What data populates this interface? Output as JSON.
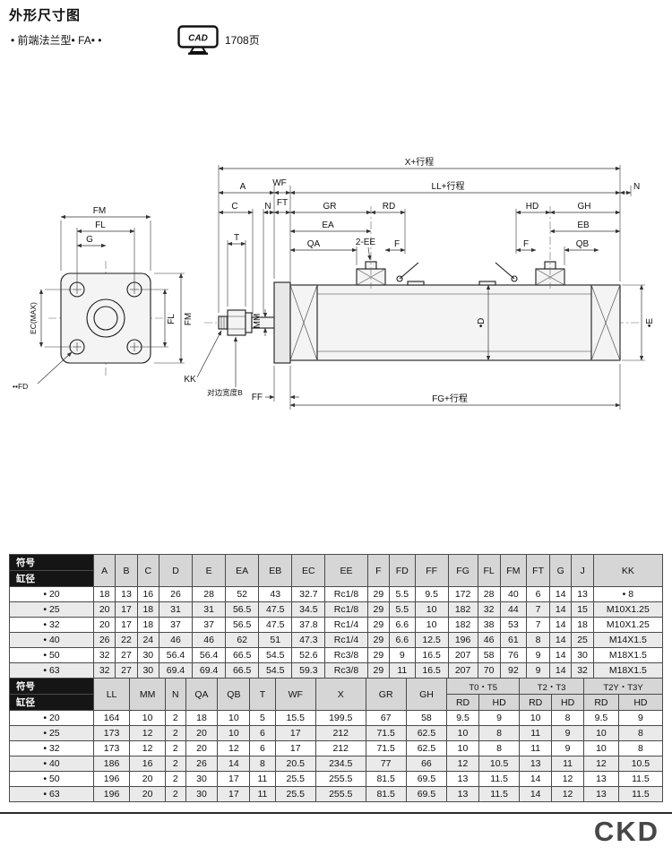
{
  "page": {
    "title": "外形尺寸图",
    "subtitle": "• 前端法兰型•  FA• •",
    "cad_label": "CAD",
    "cad_page": "1708页",
    "logo": "CKD"
  },
  "drawing": {
    "labels": {
      "fm_top": "FM",
      "fl_top": "FL",
      "g": "G",
      "ec_max": "EC(MAX)",
      "fl_side": "FL",
      "fm_side": "FM",
      "fd": "••FD",
      "x_total": "X+行程",
      "a": "A",
      "wf": "WF",
      "ll": "LL+行程",
      "n_end": "N",
      "c": "C",
      "n_mid": "N",
      "ft": "FT",
      "gr": "GR",
      "rd": "RD",
      "hd": "HD",
      "gh": "GH",
      "ea": "EA",
      "eb": "EB",
      "qa": "QA",
      "ee2": "2-EE",
      "f_left": "F",
      "f_right": "F",
      "qb": "QB",
      "t": "T",
      "mm": "MM",
      "dia_d": "•D",
      "e_side": "•E",
      "kk": "KK",
      "flats_b": "对边宽度B",
      "ff": "FF",
      "fg": "FG+行程"
    }
  },
  "table1": {
    "corner": [
      "符号",
      "缸径"
    ],
    "columns": [
      "A",
      "B",
      "C",
      "D",
      "E",
      "EA",
      "EB",
      "EC",
      "EE",
      "F",
      "FD",
      "FF",
      "FG",
      "FL",
      "FM",
      "FT",
      "G",
      "J",
      "KK"
    ],
    "rows": [
      {
        "bore": "• 20",
        "values": [
          "18",
          "13",
          "16",
          "26",
          "28",
          "52",
          "43",
          "32.7",
          "Rc1/8",
          "29",
          "5.5",
          "9.5",
          "172",
          "28",
          "40",
          "6",
          "14",
          "13",
          "• 8"
        ]
      },
      {
        "bore": "• 25",
        "values": [
          "20",
          "17",
          "18",
          "31",
          "31",
          "56.5",
          "47.5",
          "34.5",
          "Rc1/8",
          "29",
          "5.5",
          "10",
          "182",
          "32",
          "44",
          "7",
          "14",
          "15",
          "M10X1.25"
        ]
      },
      {
        "bore": "• 32",
        "values": [
          "20",
          "17",
          "18",
          "37",
          "37",
          "56.5",
          "47.5",
          "37.8",
          "Rc1/4",
          "29",
          "6.6",
          "10",
          "182",
          "38",
          "53",
          "7",
          "14",
          "18",
          "M10X1.25"
        ]
      },
      {
        "bore": "• 40",
        "values": [
          "26",
          "22",
          "24",
          "46",
          "46",
          "62",
          "51",
          "47.3",
          "Rc1/4",
          "29",
          "6.6",
          "12.5",
          "196",
          "46",
          "61",
          "8",
          "14",
          "25",
          "M14X1.5"
        ]
      },
      {
        "bore": "• 50",
        "values": [
          "32",
          "27",
          "30",
          "56.4",
          "56.4",
          "66.5",
          "54.5",
          "52.6",
          "Rc3/8",
          "29",
          "9",
          "16.5",
          "207",
          "58",
          "76",
          "9",
          "14",
          "30",
          "M18X1.5"
        ]
      },
      {
        "bore": "• 63",
        "values": [
          "32",
          "27",
          "30",
          "69.4",
          "69.4",
          "66.5",
          "54.5",
          "59.3",
          "Rc3/8",
          "29",
          "11",
          "16.5",
          "207",
          "70",
          "92",
          "9",
          "14",
          "32",
          "M18X1.5"
        ]
      }
    ]
  },
  "table2": {
    "corner": [
      "符号",
      "缸径"
    ],
    "columns": [
      "LL",
      "MM",
      "N",
      "QA",
      "QB",
      "T",
      "WF",
      "X",
      "GR",
      "GH"
    ],
    "groups": [
      {
        "label": "T0・T5",
        "subs": [
          "RD",
          "HD"
        ]
      },
      {
        "label": "T2・T3",
        "subs": [
          "RD",
          "HD"
        ]
      },
      {
        "label": "T2Y・T3Y",
        "subs": [
          "RD",
          "HD"
        ]
      }
    ],
    "rows": [
      {
        "bore": "• 20",
        "values": [
          "164",
          "10",
          "2",
          "18",
          "10",
          "5",
          "15.5",
          "199.5",
          "67",
          "58",
          "9.5",
          "9",
          "10",
          "8",
          "9.5",
          "9"
        ]
      },
      {
        "bore": "• 25",
        "values": [
          "173",
          "12",
          "2",
          "20",
          "10",
          "6",
          "17",
          "212",
          "71.5",
          "62.5",
          "10",
          "8",
          "11",
          "9",
          "10",
          "8"
        ]
      },
      {
        "bore": "• 32",
        "values": [
          "173",
          "12",
          "2",
          "20",
          "12",
          "6",
          "17",
          "212",
          "71.5",
          "62.5",
          "10",
          "8",
          "11",
          "9",
          "10",
          "8"
        ]
      },
      {
        "bore": "• 40",
        "values": [
          "186",
          "16",
          "2",
          "26",
          "14",
          "8",
          "20.5",
          "234.5",
          "77",
          "66",
          "12",
          "10.5",
          "13",
          "11",
          "12",
          "10.5"
        ]
      },
      {
        "bore": "• 50",
        "values": [
          "196",
          "20",
          "2",
          "30",
          "17",
          "11",
          "25.5",
          "255.5",
          "81.5",
          "69.5",
          "13",
          "11.5",
          "14",
          "12",
          "13",
          "11.5"
        ]
      },
      {
        "bore": "• 63",
        "values": [
          "196",
          "20",
          "2",
          "30",
          "17",
          "11",
          "25.5",
          "255.5",
          "81.5",
          "69.5",
          "13",
          "11.5",
          "14",
          "12",
          "13",
          "11.5"
        ]
      }
    ]
  }
}
